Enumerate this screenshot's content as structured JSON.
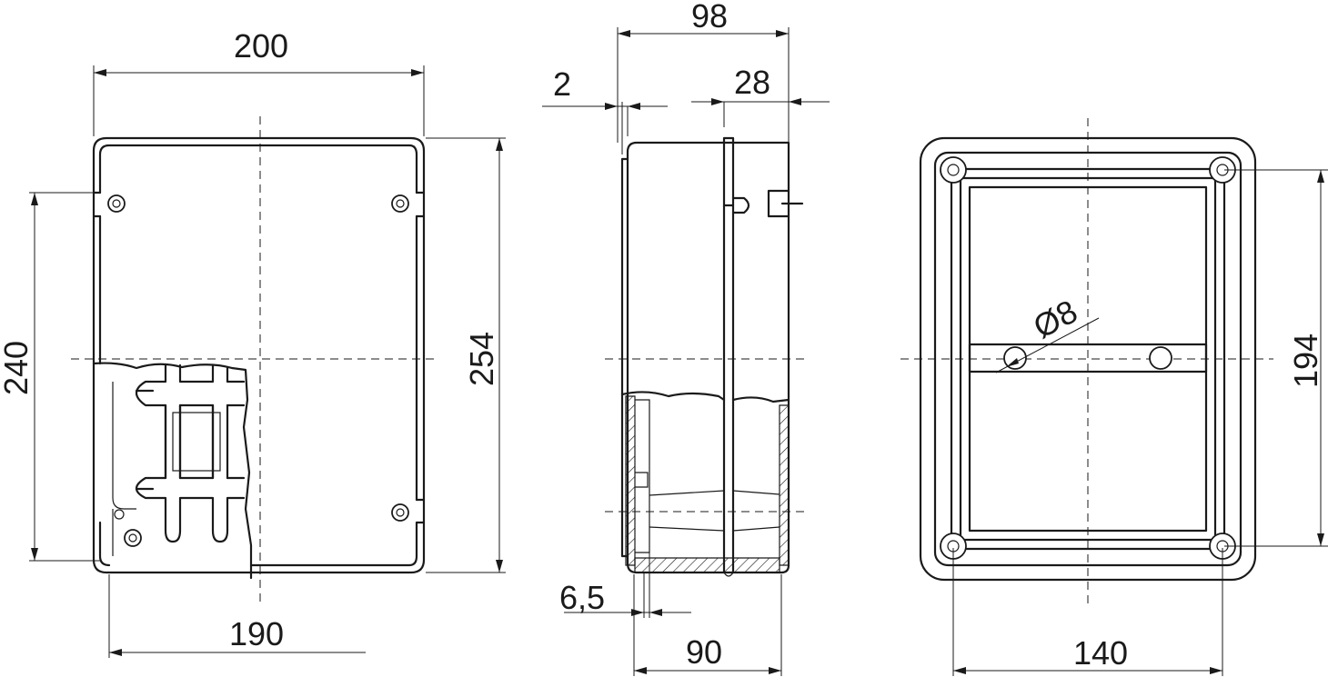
{
  "front_view": {
    "width_outer": "200",
    "height_outer": "254",
    "height_inner": "240",
    "width_inner": "190"
  },
  "side_view": {
    "depth_total": "98",
    "wall": "2",
    "lid_depth": "28",
    "base_offset": "6,5",
    "base_depth": "90"
  },
  "mounting_view": {
    "hole_diameter": "Ø8",
    "hole_spacing_vertical": "194",
    "hole_spacing_horizontal": "140"
  }
}
